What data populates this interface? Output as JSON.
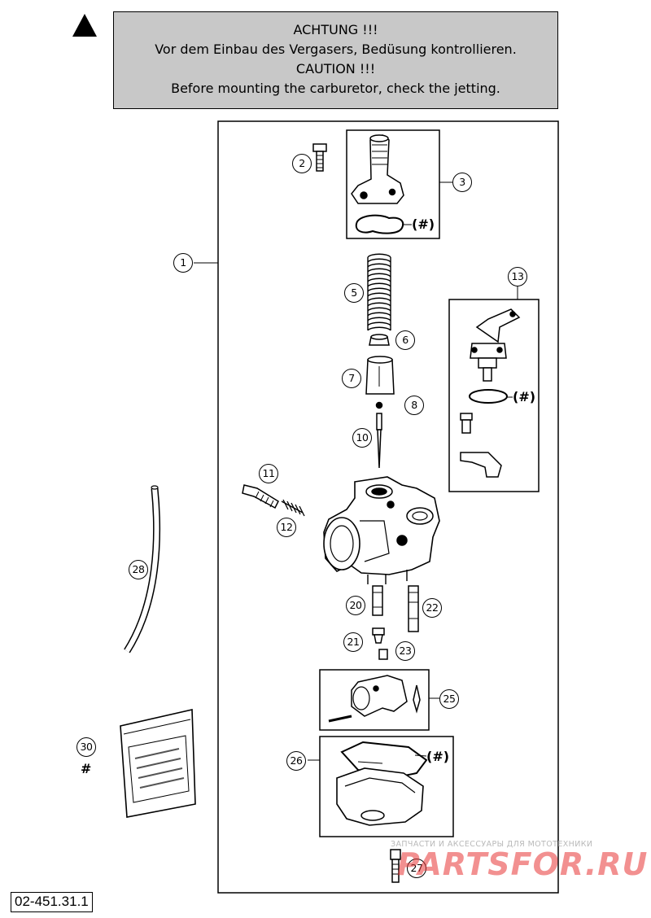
{
  "warning": {
    "icon": "warning-triangle-icon",
    "line1": "ACHTUNG !!!",
    "line2": "Vor dem Einbau des Vergasers, Bedüsung kontrollieren.",
    "line3": "CAUTION !!!",
    "line4": "Before mounting the carburetor, check the jetting."
  },
  "callouts": {
    "c1": "1",
    "c2": "2",
    "c3": "3",
    "c5": "5",
    "c6": "6",
    "c7": "7",
    "c8": "8",
    "c10": "10",
    "c11": "11",
    "c12": "12",
    "c13": "13",
    "c20": "20",
    "c21": "21",
    "c22": "22",
    "c23": "23",
    "c25": "25",
    "c26": "26",
    "c27": "27",
    "c28": "28",
    "c30": "30"
  },
  "marks": {
    "hash_a": "(#)",
    "hash_b": "(#)",
    "hash_c": "(#)",
    "hash_30": "#"
  },
  "reference_code": "02-451.31.1",
  "watermark": {
    "tagline": "ЗАПЧАСТИ И АКСЕССУАРЫ ДЛЯ МОТОТЕХНИКИ",
    "logo": "PARTSFOR.RU"
  },
  "colors": {
    "caution_box": "#c8c8c8",
    "lines": "#000000",
    "watermark": "#e83434"
  }
}
